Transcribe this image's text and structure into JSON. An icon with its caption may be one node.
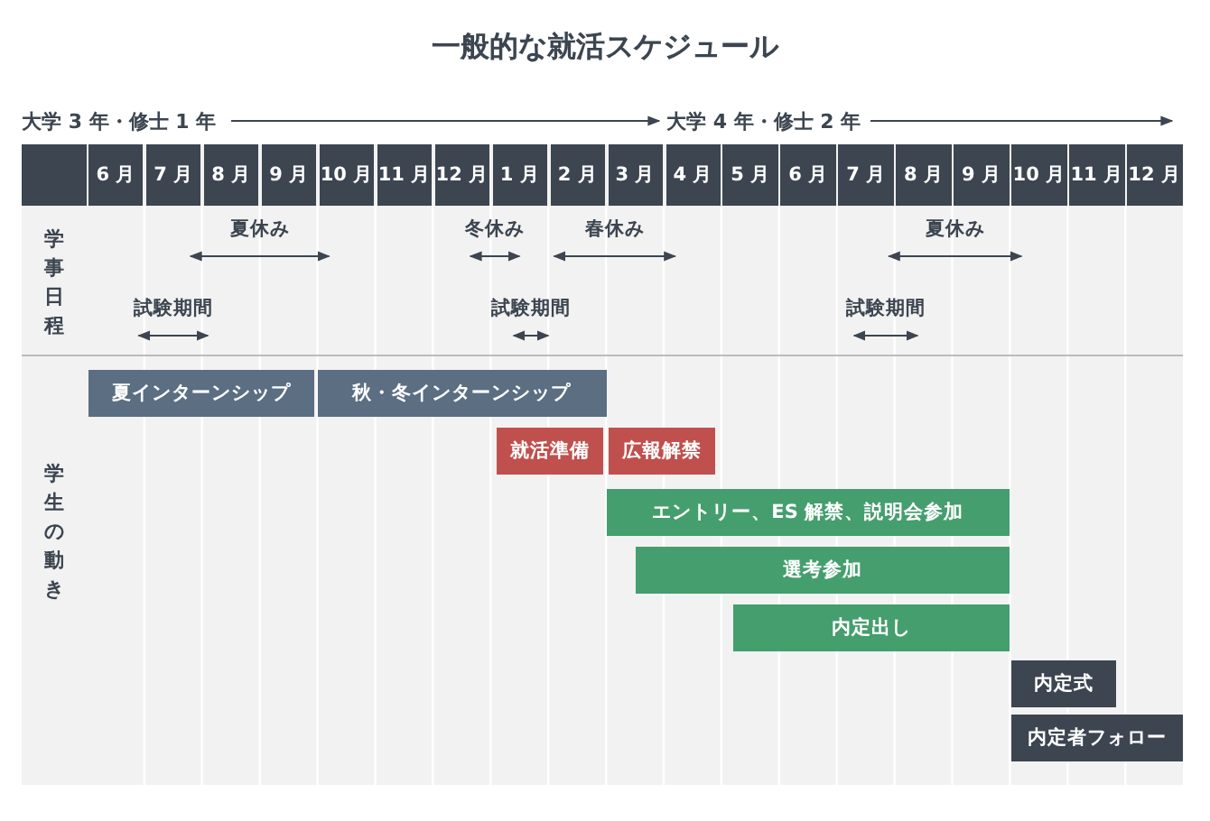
{
  "diagram": {
    "title": "一般的な就活スケジュール",
    "nodes": [
      {
        "text": [
          "夏インターンシップ"
        ]
      },
      {
        "text": [
          "秋・冬インターンシップ"
        ]
      },
      {
        "text": [
          "就活準備"
        ]
      },
      {
        "text": [
          "広報解禁"
        ]
      },
      {
        "text": [
          "エントリー、ES 解禁、説明会参加"
        ]
      },
      {
        "text": [
          "選考参加"
        ]
      },
      {
        "text": [
          "内定出し"
        ]
      },
      {
        "text": [
          "内定式"
        ]
      },
      {
        "text": [
          "内定者フォロー"
        ]
      }
    ],
    "labels": [
      "大学 3 年・修士 1 年",
      "大学 4 年・修士 2 年",
      "6 月",
      "7 月",
      "8 月",
      "9 月",
      "10 月",
      "11 月",
      "12 月",
      "1 月",
      "2 月",
      "3 月",
      "4 月",
      "5 月",
      "6 月",
      "7 月",
      "8 月",
      "9 月",
      "10 月",
      "11 月",
      "12 月",
      "学事日程",
      "夏休み",
      "冬休み",
      "春休み",
      "夏休み",
      "試験期間",
      "試験期間",
      "試験期間",
      "学生の動き"
    ]
  }
}
